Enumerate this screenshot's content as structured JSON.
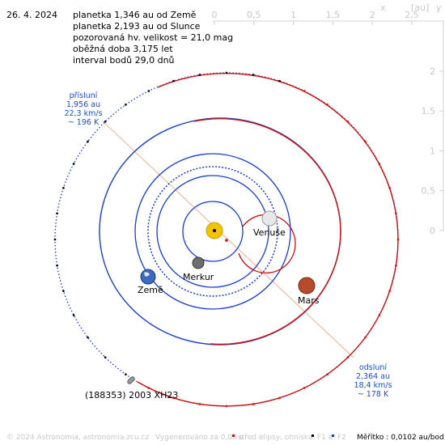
{
  "header": {
    "date": "26. 4. 2024",
    "lines": [
      "planetka 1,346 au od Země",
      "planetka 2,193 au od Slunce",
      "pozorovaná hv. velikost = 21,0 mag",
      "oběžná doba 3,175 let",
      "interval bodů 29,0 dnů"
    ]
  },
  "axes": {
    "unit": "[au]",
    "x_label": "x",
    "y_label": "y",
    "x_ticks": [
      "0",
      "0,5",
      "1",
      "1,5",
      "2",
      "2,5"
    ],
    "y_ticks": [
      "2",
      "1,5",
      "1",
      "0,5",
      "0"
    ]
  },
  "perihelion": {
    "title": "přísluní",
    "distance": "1,956 au",
    "speed": "22,3 km/s",
    "temperature": "~ 196 K"
  },
  "aphelion": {
    "title": "odsluní",
    "distance": "2,364 au",
    "speed": "18,4 km/s",
    "temperature": "~ 178 K"
  },
  "bodies": {
    "venus": "Venuše",
    "earth": "Země",
    "mercury": "Merkur",
    "mars": "Mars",
    "asteroid": "(188353) 2003 XH23"
  },
  "footer": {
    "copyright": "© 2024 Astronomia, astronomia.zcu.cz",
    "generated": "Vygenerováno za 0,09 s",
    "legend_center": "střed elipsy, ohniska",
    "legend_f1": "F1 a",
    "legend_f2": "F2",
    "scale": "Měřítko : 0,0102 au/bod"
  },
  "colors": {
    "earth_orbit": "#1a3ccf",
    "mars_orbit": "#cc1111",
    "asteroid_orbit_near": "#1a3ccf",
    "asteroid_orbit_far": "#cc1111",
    "apsis_line": "#f0b090",
    "sun": "#f5c400",
    "label_blue": "#1b4fd6"
  }
}
